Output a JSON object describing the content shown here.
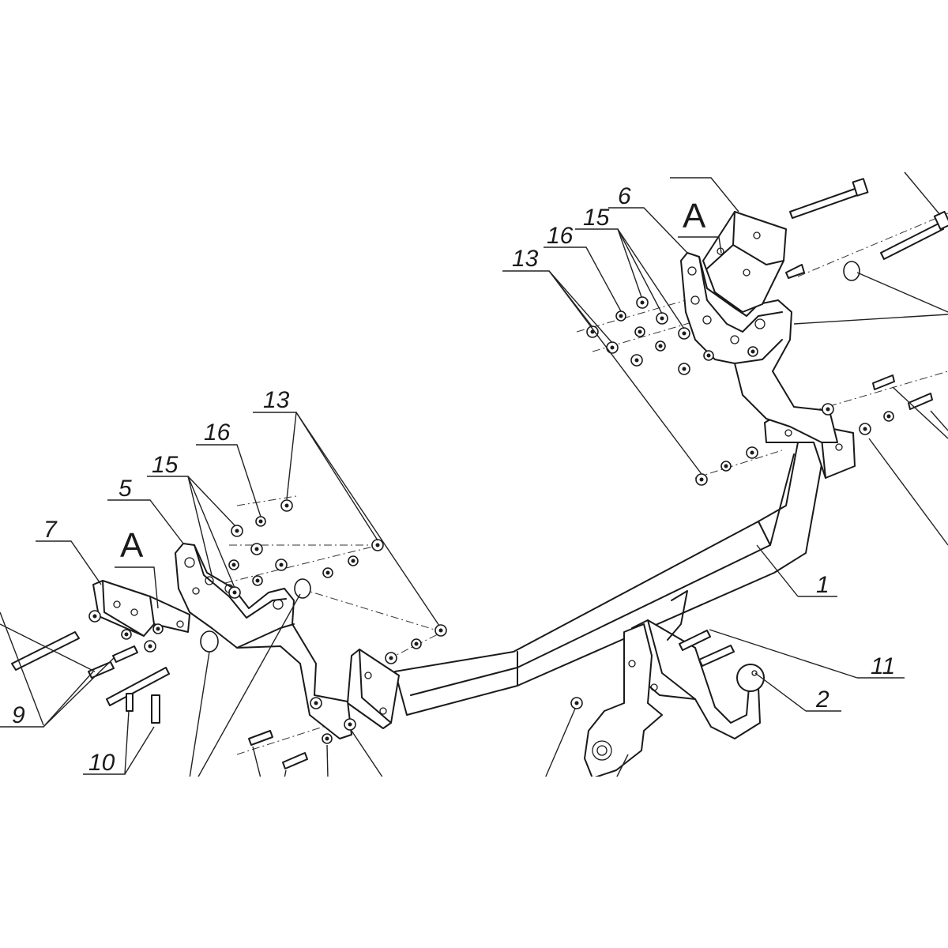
{
  "callouts": {
    "c1": "1",
    "c2": "2",
    "c5": "5",
    "c6": "6",
    "c7": "7",
    "c9": "9",
    "c10": "10",
    "c11": "11",
    "c13_left": "13",
    "c13_right": "13",
    "c15_left": "15",
    "c15_right": "15",
    "c16_left": "16",
    "c16_right": "16"
  },
  "view_markers": {
    "left": "A",
    "right": "A"
  },
  "colors": {
    "line": "#1a1a1a",
    "background": "#ffffff"
  }
}
